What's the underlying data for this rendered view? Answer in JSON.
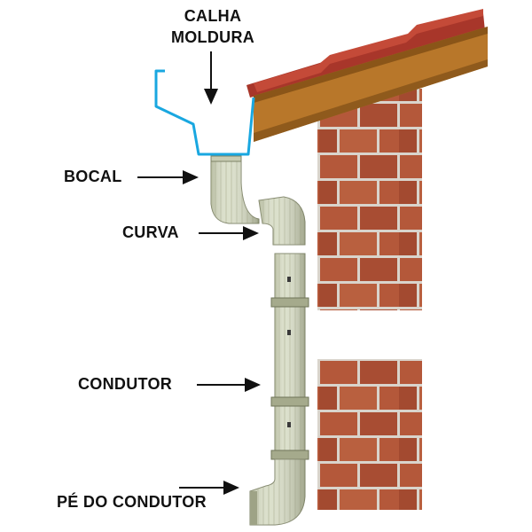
{
  "labels": {
    "calha": "CALHA",
    "moldura": "MOLDURA",
    "bocal": "BOCAL",
    "curva": "CURVA",
    "condutor": "CONDUTOR",
    "pe_do_condutor": "PÉ DO CONDUTOR"
  },
  "colors": {
    "gutter_outline": "#19a7e0",
    "roof_tile": "#a8362a",
    "fascia_wood": "#b8772a",
    "brick": "#b4583a",
    "mortar": "#d9d4cc",
    "pipe": "#d7dcc5",
    "pipe_shadow": "#8f9478",
    "text": "#111111"
  }
}
